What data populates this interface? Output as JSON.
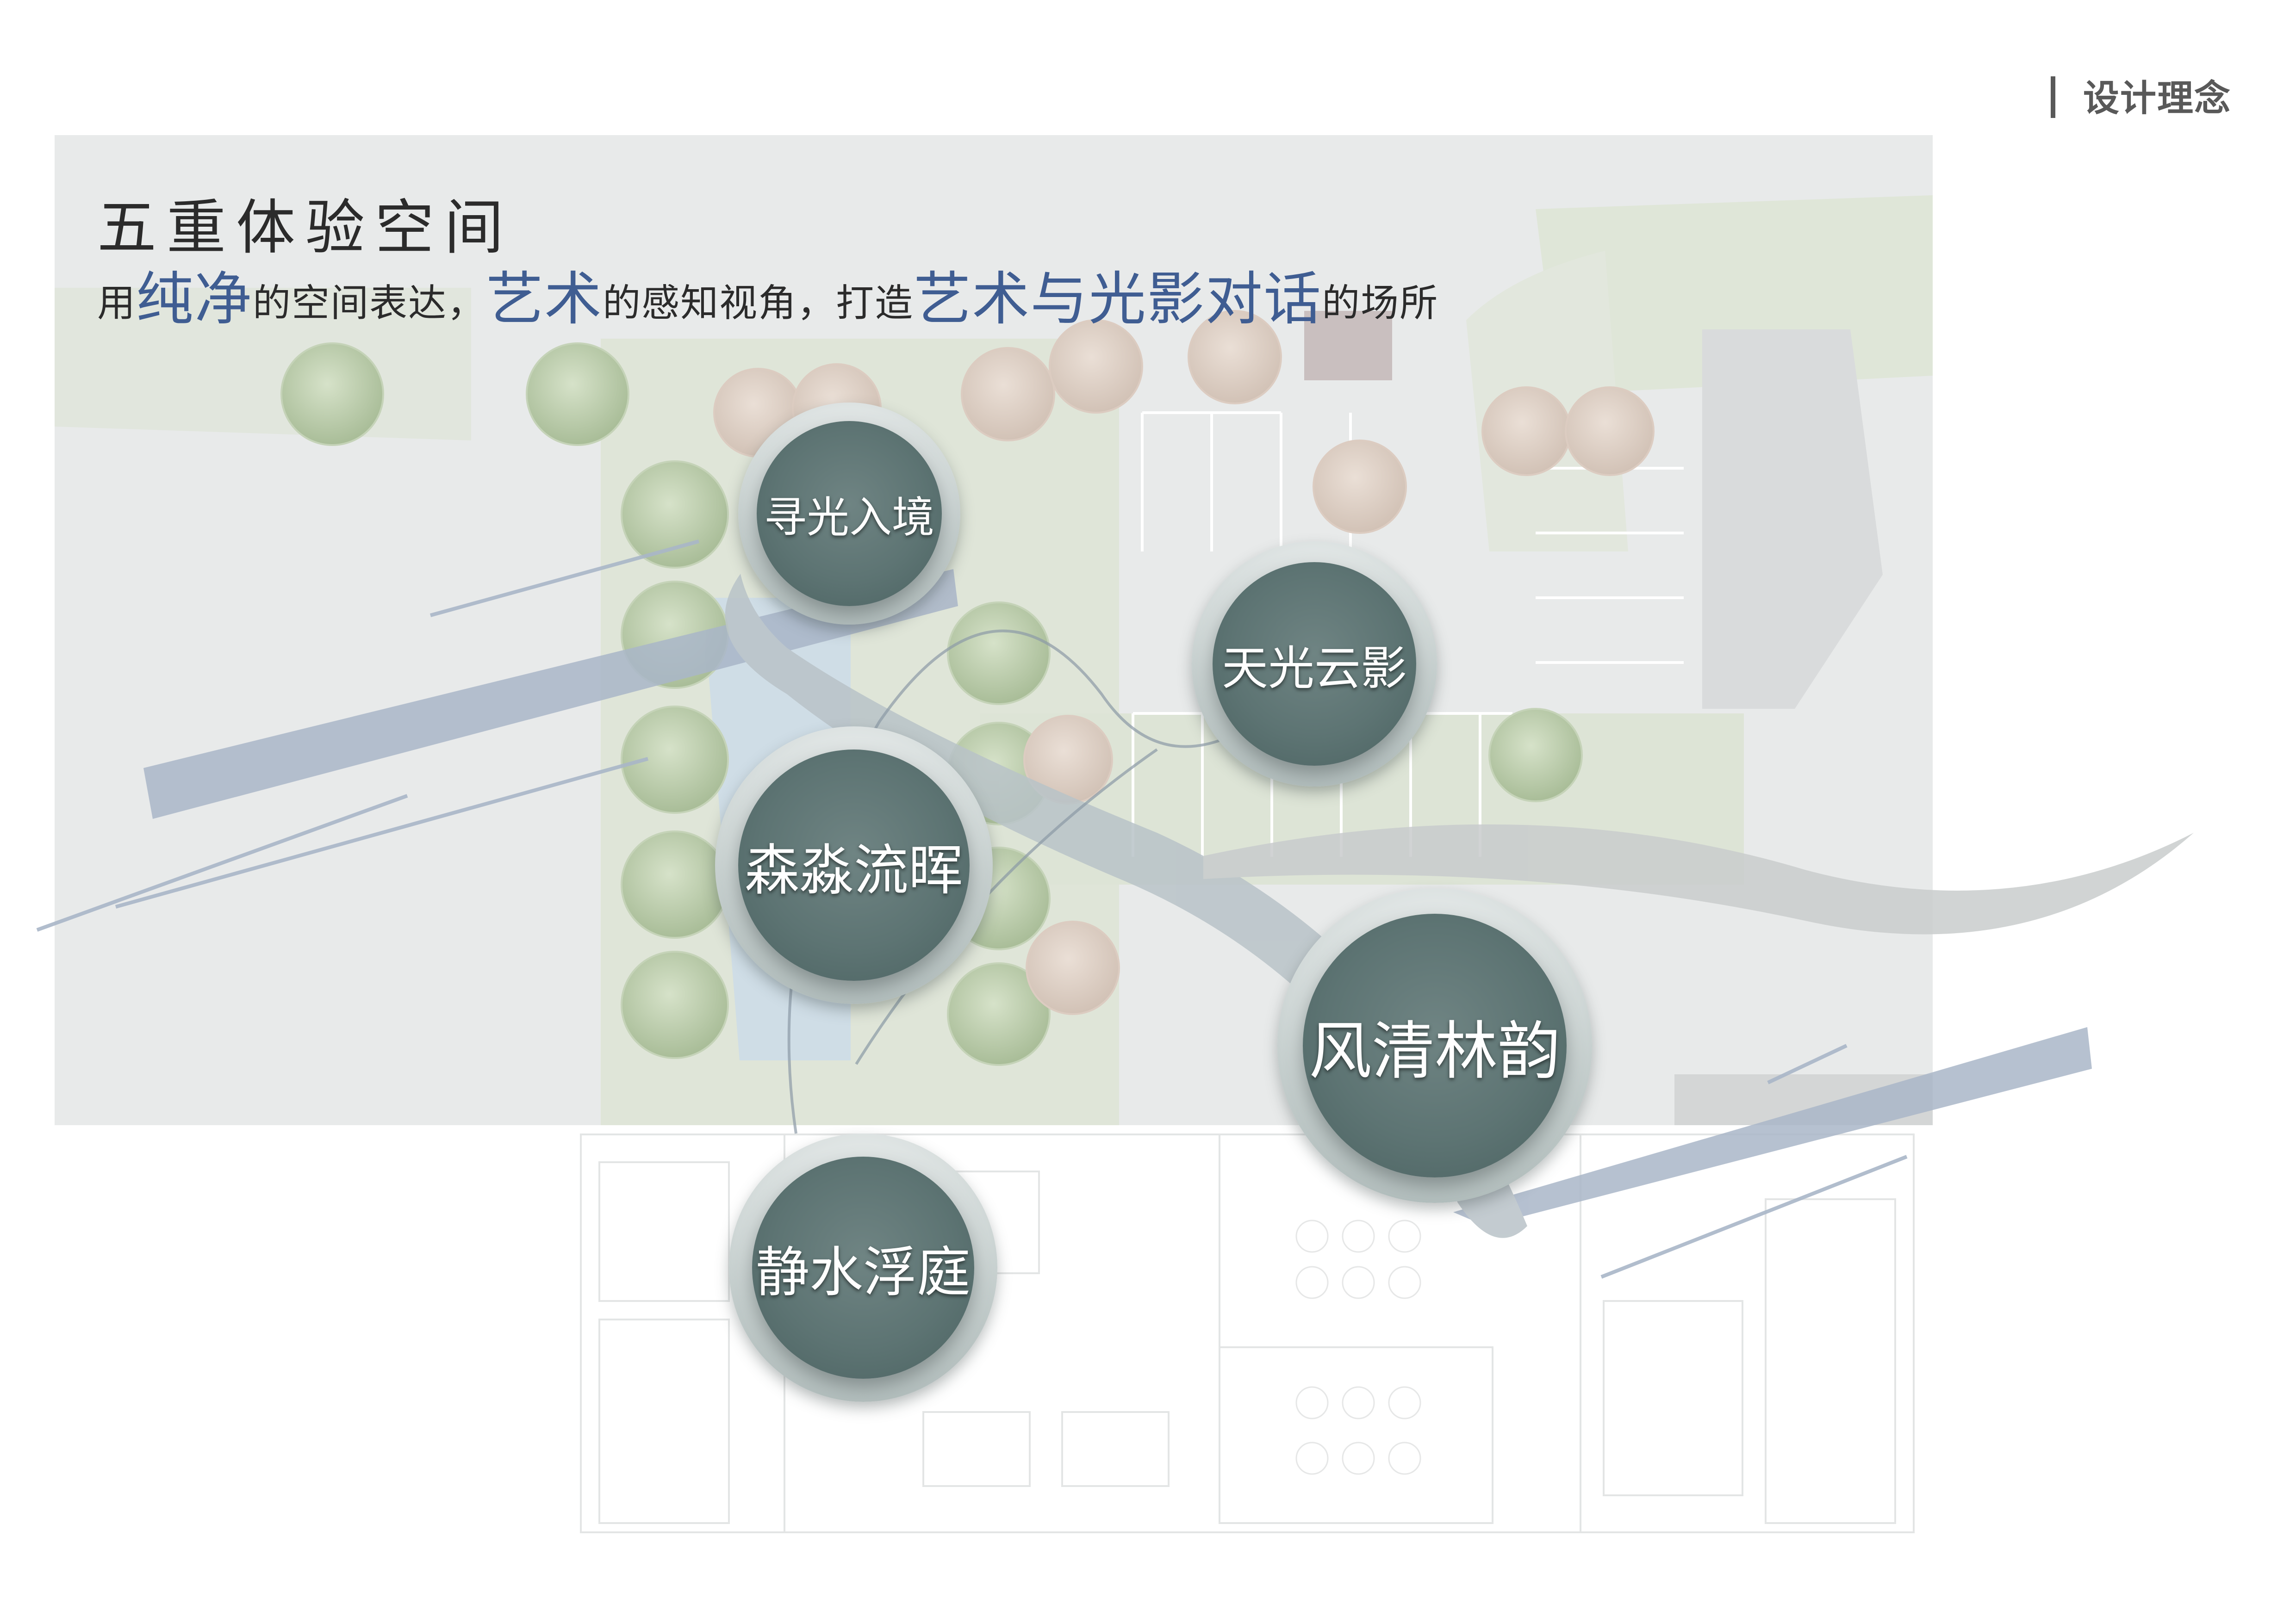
{
  "section_label": "设计理念",
  "headline": "五重体验空间",
  "subline": {
    "p1": "用",
    "h1": "纯净",
    "p2": "的空间表达，",
    "h2": "艺术",
    "p3": "的感知视角，打造",
    "h3": "艺术与光影对话",
    "p4": "的场所"
  },
  "zones": [
    {
      "label": "寻光入境"
    },
    {
      "label": "天光云影"
    },
    {
      "label": "森淼流晖"
    },
    {
      "label": "风清林韵"
    },
    {
      "label": "静水浮庭"
    }
  ],
  "colors": {
    "accent_text": "#3f5d92",
    "bubble_fill": "#5d7473",
    "ribbon": "#a9b6c8",
    "panel": "#e9ebea"
  }
}
